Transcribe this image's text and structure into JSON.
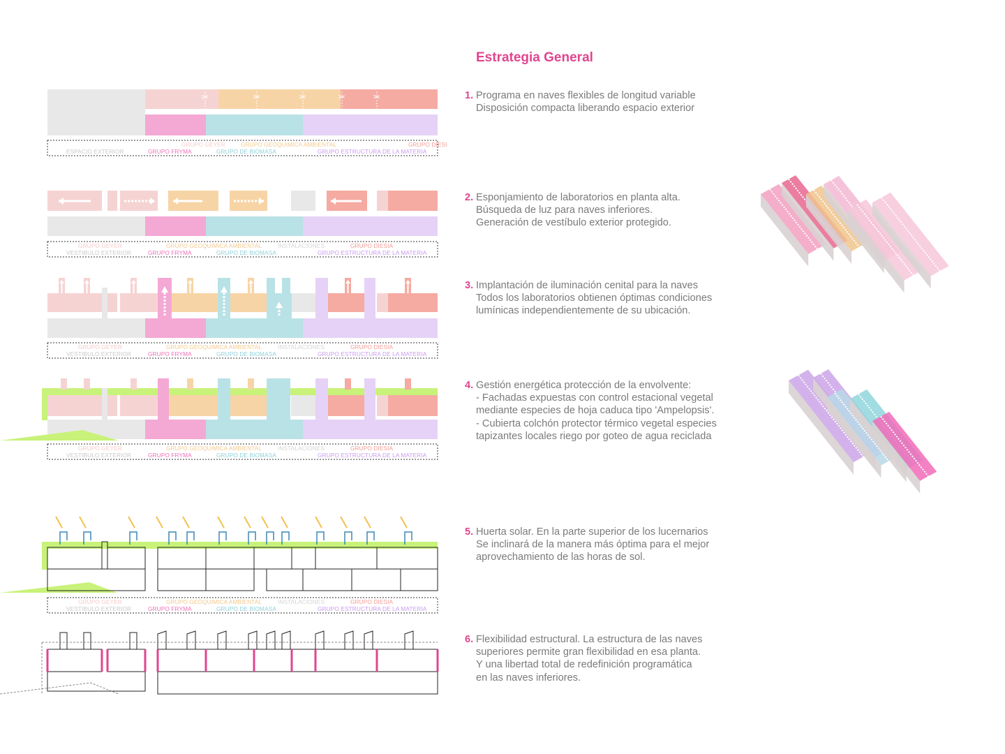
{
  "title": "Estrategia General",
  "colors": {
    "accent": "#e0458f",
    "text": "#7a7a7a",
    "grey": "#e8e8e8",
    "pink_light": "#f6d3d3",
    "peach": "#f7d4a6",
    "salmon": "#f5aaa2",
    "magenta": "#f4a8d4",
    "cyan": "#b9e2e6",
    "violet": "#e5d2f6",
    "green": "#c8f279",
    "sun": "#f0c24c",
    "skylight_blue": "#3b86b9",
    "column_pink": "#e0458f"
  },
  "steps": [
    {
      "num": "1.",
      "lines": [
        "Programa en naves flexibles de longitud variable",
        "Disposición compacta liberando espacio exterior"
      ]
    },
    {
      "num": "2.",
      "lines": [
        "Esponjamiento de laboratorios en planta alta.",
        "Búsqueda de luz para naves inferiores.",
        "Generación de vestíbulo exterior protegido."
      ]
    },
    {
      "num": "3.",
      "lines": [
        "Implantación de iluminación cenital para la naves",
        "Todos los laboratorios obtienen óptimas condiciones",
        "lumínicas independientemente de su ubicación."
      ]
    },
    {
      "num": "4.",
      "lines": [
        "Gestión energética protección de la envolvente:",
        "- Fachadas expuestas con control estacional vegetal",
        "mediante especies de hoja caduca tipo 'Ampelopsis'.",
        "- Cubierta colchón protector térmico vegetal especies",
        "tapizantes locales riego por goteo de agua reciclada"
      ]
    },
    {
      "num": "5.",
      "lines": [
        "Huerta solar. En la parte superior de los lucernarios",
        "Se inclinará de la manera más óptima para el mejor",
        "aprovechamiento de las horas de sol."
      ]
    },
    {
      "num": "6.",
      "lines": [
        "Flexibilidad estructural. La estructura de las naves",
        "superiores permite gran flexibilidad en esa planta.",
        "Y una libertad total de redefinición programática",
        "en las naves inferiores."
      ]
    }
  ],
  "legends": {
    "first": {
      "top": [
        "GRUPO GEYER",
        "GRUPO GEOQUIMICA AMBIENTAL",
        "GRUPO DIESIA"
      ],
      "bottom": [
        "ESPACIO EXTERIOR",
        "GRUPO FRYMA",
        "GRUPO DE BIOMASA",
        "GRUPO ESTRUCTURA DE LA MATERIA"
      ]
    },
    "other": {
      "top": [
        "GRUPO GEYER",
        "GRUPO GEOQUIMICA AMBIENTAL",
        "INSTALACIONES",
        "GRUPO DIESIA"
      ],
      "bottom": [
        "VESTIBULO EXTERIOR",
        "GRUPO FRYMA",
        "GRUPO DE BIOMASA",
        "GRUPO ESTRUCTURA DE LA MATERIA"
      ]
    }
  },
  "legend_colors": {
    "top": [
      "#f6c9c9",
      "#f2c98e",
      "#d4d4d4",
      "#f39b93"
    ],
    "bottom": [
      "#c9c9c9",
      "#f06eb8",
      "#8fd0d8",
      "#c99af0"
    ]
  },
  "renders": [
    {
      "name": "model-render-top",
      "palette": [
        "#f2a0c0",
        "#e8678f",
        "#f0c48c",
        "#f3b9d2",
        "#f6c7d8"
      ]
    },
    {
      "name": "model-render-bottom",
      "palette": [
        "#cba4e8",
        "#b8d8e8",
        "#8fd6dc",
        "#f16bb8",
        "#e0e0e0"
      ]
    }
  ]
}
